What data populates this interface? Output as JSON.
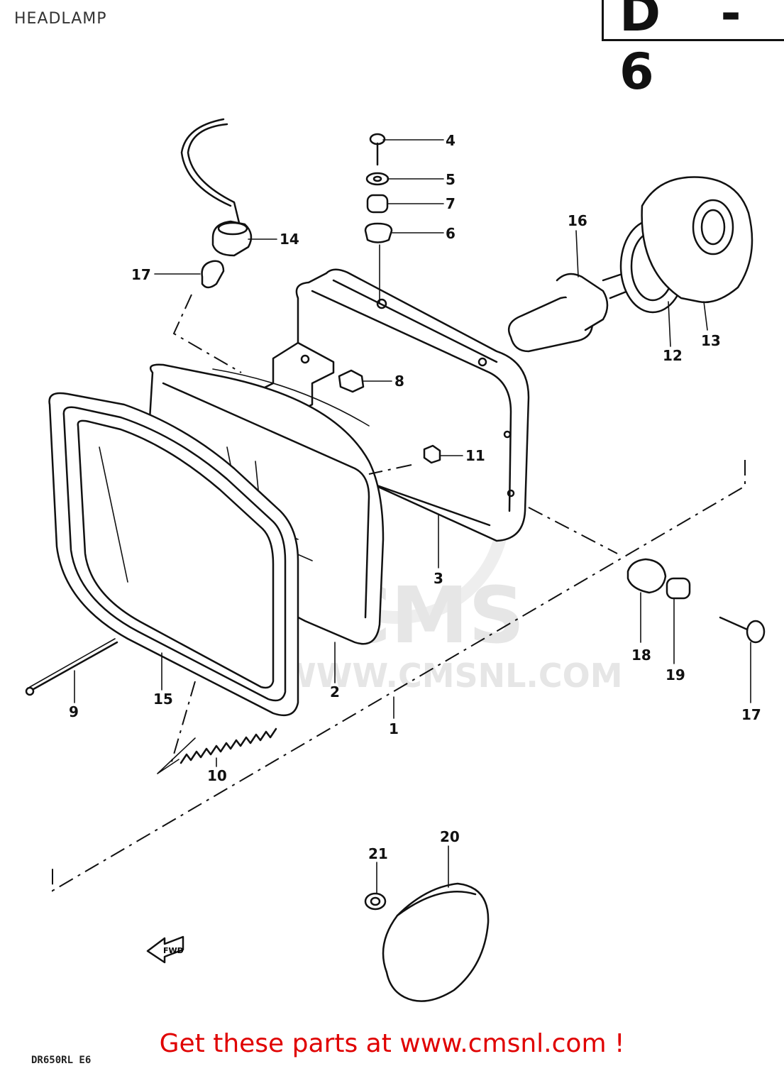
{
  "header": {
    "title": "HEADLAMP",
    "badge": "D - 6"
  },
  "footer": {
    "cta": "Get these parts at www.cmsnl.com !",
    "corner_code": "DR650RL E6"
  },
  "watermark": {
    "brand": "CMS",
    "url": "WWW.CMSNL.COM"
  },
  "arrow_label": "FWD",
  "callouts": [
    {
      "id": "c1",
      "label": "1"
    },
    {
      "id": "c2",
      "label": "2"
    },
    {
      "id": "c3",
      "label": "3"
    },
    {
      "id": "c4",
      "label": "4"
    },
    {
      "id": "c5",
      "label": "5"
    },
    {
      "id": "c6",
      "label": "6"
    },
    {
      "id": "c7",
      "label": "7"
    },
    {
      "id": "c8",
      "label": "8"
    },
    {
      "id": "c9",
      "label": "9"
    },
    {
      "id": "c10",
      "label": "10"
    },
    {
      "id": "c11",
      "label": "11"
    },
    {
      "id": "c12",
      "label": "12"
    },
    {
      "id": "c13",
      "label": "13"
    },
    {
      "id": "c14",
      "label": "14"
    },
    {
      "id": "c15",
      "label": "15"
    },
    {
      "id": "c16",
      "label": "16"
    },
    {
      "id": "c17a",
      "label": "17"
    },
    {
      "id": "c17b",
      "label": "17"
    },
    {
      "id": "c18",
      "label": "18"
    },
    {
      "id": "c19",
      "label": "19"
    },
    {
      "id": "c20",
      "label": "20"
    },
    {
      "id": "c21",
      "label": "21"
    }
  ]
}
